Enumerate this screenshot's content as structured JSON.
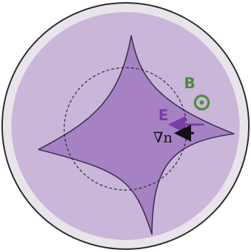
{
  "labels": {
    "magnetic_field": "B",
    "electric_field": "E",
    "density_gradient": "∇n"
  },
  "colors": {
    "background": "#ffffff",
    "outer_ring": "#e8e4ea",
    "outer_ring_stroke": "#2a2530",
    "plasma_disk": "#c9b6d8",
    "blob_fill": "#a681c4",
    "blob_stroke": "#3a3050",
    "dashed_circle": "#2b2830",
    "b_symbol": "#4f8a3c",
    "e_arrow": "#7a3ea7",
    "gradient_arrow": "#111111"
  },
  "icons": {
    "field_out_of_page": "circled-dot-icon"
  }
}
